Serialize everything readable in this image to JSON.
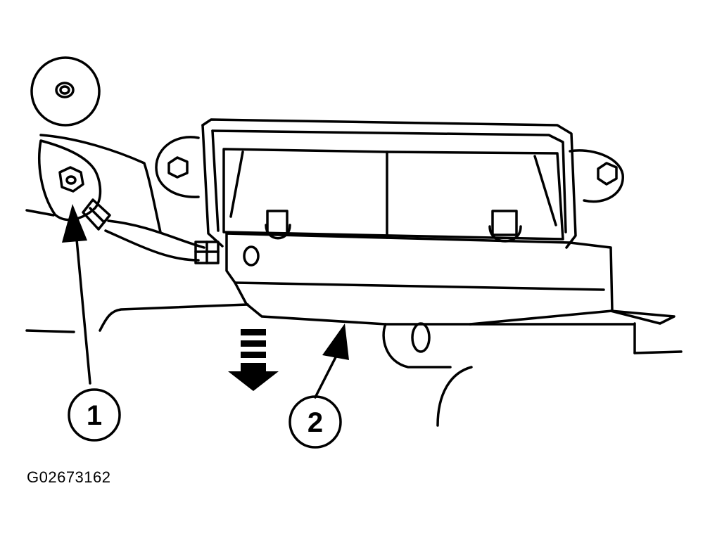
{
  "figure": {
    "id": "G02673162",
    "callouts": [
      {
        "label": "1",
        "target": "ground-bolt"
      },
      {
        "label": "2",
        "target": "module-bracket"
      }
    ]
  },
  "colors": {
    "line": "#000000",
    "background": "#ffffff"
  },
  "icons": {
    "direction": "down-arrow-icon"
  }
}
